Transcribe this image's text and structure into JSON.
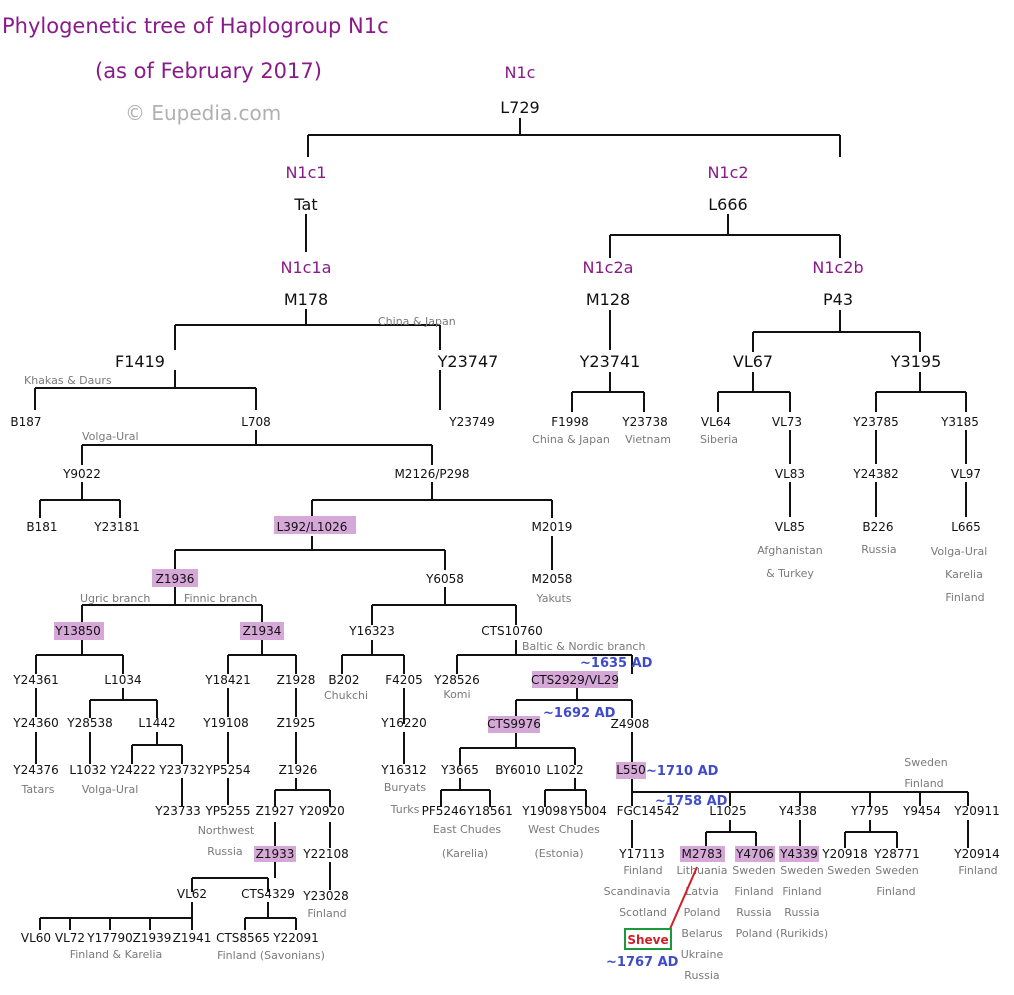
{
  "title": "Phylogenetic tree of Haplogroup N1c",
  "subtitle": "(as of February 2017)",
  "copyright": "© Eupedia.com",
  "colors": {
    "haplogroup": "#8a1a8a",
    "highlight": "#d6a8d8",
    "date": "#3f4bc9",
    "region": "#7a7a7a",
    "sheve_box": "#1a9a3a",
    "sheve_text": "#d0202a"
  },
  "root": {
    "haplogroup": "N1c",
    "snp": "L729"
  },
  "branches": {
    "n1c1": {
      "haplogroup": "N1c1",
      "snp": "Tat"
    },
    "n1c1a": {
      "haplogroup": "N1c1a",
      "snp": "M178"
    },
    "n1c2": {
      "haplogroup": "N1c2",
      "snp": "L666"
    },
    "n1c2a": {
      "haplogroup": "N1c2a",
      "snp": "M128"
    },
    "n1c2b": {
      "haplogroup": "N1c2b",
      "snp": "P43"
    }
  },
  "nodes": {
    "F1419": "F1419",
    "Y23747": "Y23747",
    "B187": "B187",
    "L708": "L708",
    "Y23749": "Y23749",
    "Y9022": "Y9022",
    "M2126": "M2126/P298",
    "B181": "B181",
    "Y23181": "Y23181",
    "L392": "L392/L1026",
    "M2019": "M2019",
    "M2058": "M2058",
    "Z1936": "Z1936",
    "Y6058": "Y6058",
    "Y13850": "Y13850",
    "Z1934": "Z1934",
    "Y16323": "Y16323",
    "CTS10760": "CTS10760",
    "Y24361": "Y24361",
    "L1034": "L1034",
    "Y24360": "Y24360",
    "Y24376": "Y24376",
    "Y28538": "Y28538",
    "L1442": "L1442",
    "L1032": "L1032",
    "Y24222": "Y24222",
    "Y23732": "Y23732",
    "Y23733": "Y23733",
    "Y18421": "Y18421",
    "Z1928": "Z1928",
    "Y19108": "Y19108",
    "YP5254": "YP5254",
    "YP5255": "YP5255",
    "Z1925": "Z1925",
    "Z1926": "Z1926",
    "Z1927": "Z1927",
    "Y20920": "Y20920",
    "Z1933": "Z1933",
    "Y22108": "Y22108",
    "Y23028": "Y23028",
    "VL62": "VL62",
    "CTS4329": "CTS4329",
    "VL60": "VL60",
    "VL72": "VL72",
    "Y17790": "Y17790",
    "Z1939": "Z1939",
    "Z1941": "Z1941",
    "CTS8565": "CTS8565",
    "Y22091": "Y22091",
    "B202": "B202",
    "F4205": "F4205",
    "Y16220": "Y16220",
    "Y16312": "Y16312",
    "Y28526": "Y28526",
    "CTS2929": "CTS2929/VL29",
    "CTS9976": "CTS9976",
    "Z4908": "Z4908",
    "Y3665": "Y3665",
    "BY6010": "BY6010",
    "L1022": "L1022",
    "PF5246": "PF5246",
    "Y18561": "Y18561",
    "Y19098": "Y19098",
    "Y5004": "Y5004",
    "L550": "L550",
    "FGC14542": "FGC14542",
    "L1025": "L1025",
    "Y4338": "Y4338",
    "Y7795": "Y7795",
    "Y9454": "Y9454",
    "Y20911": "Y20911",
    "Y17113": "Y17113",
    "M2783": "M2783",
    "Y4706": "Y4706",
    "Y4339": "Y4339",
    "Y20918": "Y20918",
    "Y28771": "Y28771",
    "Y20914": "Y20914",
    "Y23741": "Y23741",
    "F1998": "F1998",
    "Y23738": "Y23738",
    "VL67": "VL67",
    "Y3195": "Y3195",
    "VL64": "VL64",
    "VL73": "VL73",
    "VL83": "VL83",
    "VL85": "VL85",
    "Y23785": "Y23785",
    "Y3185": "Y3185",
    "Y24382": "Y24382",
    "VL97": "VL97",
    "B226": "B226",
    "L665": "L665"
  },
  "regions": {
    "china_japan_1": "China & Japan",
    "khakas": "Khakas & Daurs",
    "volga_ural_1": "Volga-Ural",
    "yakuts": "Yakuts",
    "ugric": "Ugric branch",
    "finnic": "Finnic branch",
    "baltic_nordic": "Baltic & Nordic branch",
    "chukchi": "Chukchi",
    "komi": "Komi",
    "tatars": "Tatars",
    "volga_ural_2": "Volga-Ural",
    "northwest": "Northwest",
    "russia_nw": "Russia",
    "finland_y23028": "Finland",
    "finland_karelia": "Finland & Karelia",
    "finland_savonians": "Finland (Savonians)",
    "buryats": "Buryats",
    "turks": "Turks",
    "east_chudes": "East Chudes",
    "karelia_paren": "(Karelia)",
    "west_chudes": "West Chudes",
    "estonia_paren": "(Estonia)",
    "sweden_top": "Sweden",
    "finland_top": "Finland",
    "y17113_finland": "Finland",
    "y17113_scandinavia": "Scandinavia",
    "y17113_scotland": "Scotland",
    "m2783_1": "Lithuania",
    "m2783_2": "Latvia",
    "m2783_3": "Poland",
    "m2783_4": "Belarus",
    "m2783_5": "Ukraine",
    "m2783_6": "Russia",
    "y4706_1": "Sweden",
    "y4706_2": "Finland",
    "y4706_3": "Russia",
    "y4706_4": "Poland",
    "y4339_1": "Sweden",
    "y4339_2": "Finland",
    "y4339_3": "Russia",
    "y4339_4": "(Rurikids)",
    "y20918_1": "Sweden",
    "y28771_1": "Sweden",
    "y28771_2": "Finland",
    "y20914_1": "Finland",
    "china_japan_2": "China & Japan",
    "vietnam": "Vietnam",
    "siberia": "Siberia",
    "afghanistan": "Afghanistan",
    "turkey": "& Turkey",
    "russia_b226": "Russia",
    "l665_1": "Volga-Ural",
    "l665_2": "Karelia",
    "l665_3": "Finland"
  },
  "dates": {
    "d1635": "~1635 AD",
    "d1692": "~1692 AD",
    "d1710": "~1710 AD",
    "d1758": "~1758 AD",
    "d1767": "~1767 AD"
  },
  "sheve": {
    "label": "Sheve"
  }
}
